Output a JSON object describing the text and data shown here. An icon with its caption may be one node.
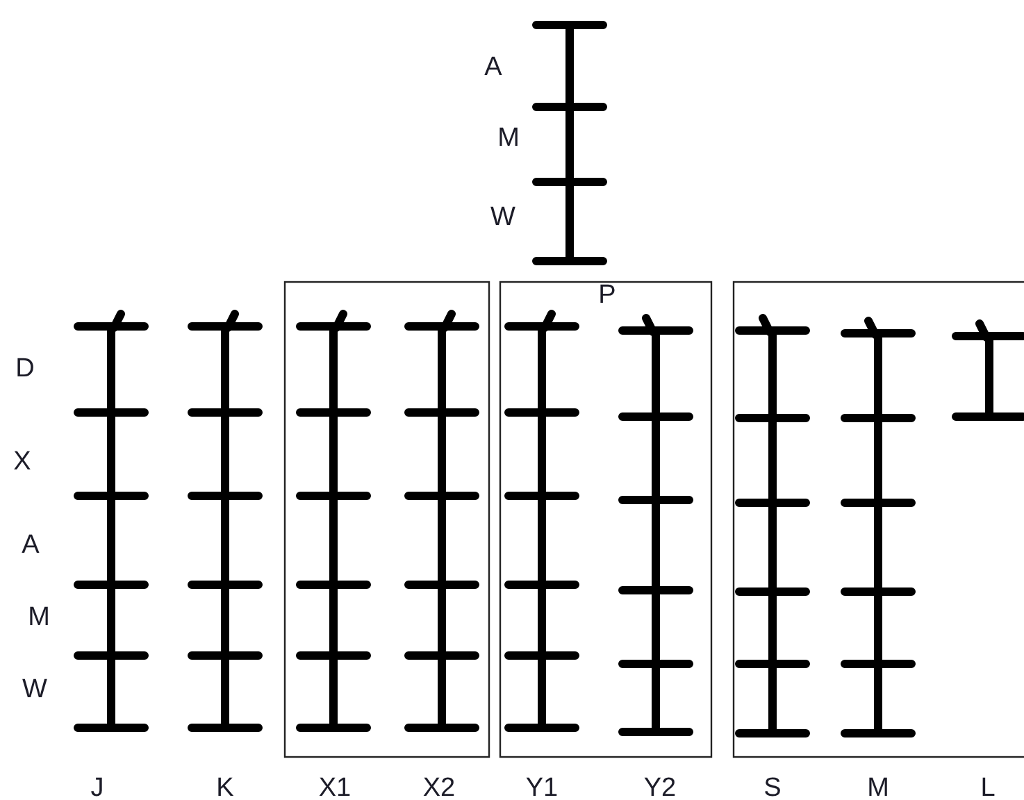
{
  "diagram": {
    "labels": [
      "A",
      "M",
      "W",
      "P",
      "D",
      "X",
      "A",
      "M",
      "W",
      "J",
      "K",
      "X1",
      "X2",
      "Y1",
      "Y2",
      "S",
      "M",
      "L"
    ]
  }
}
